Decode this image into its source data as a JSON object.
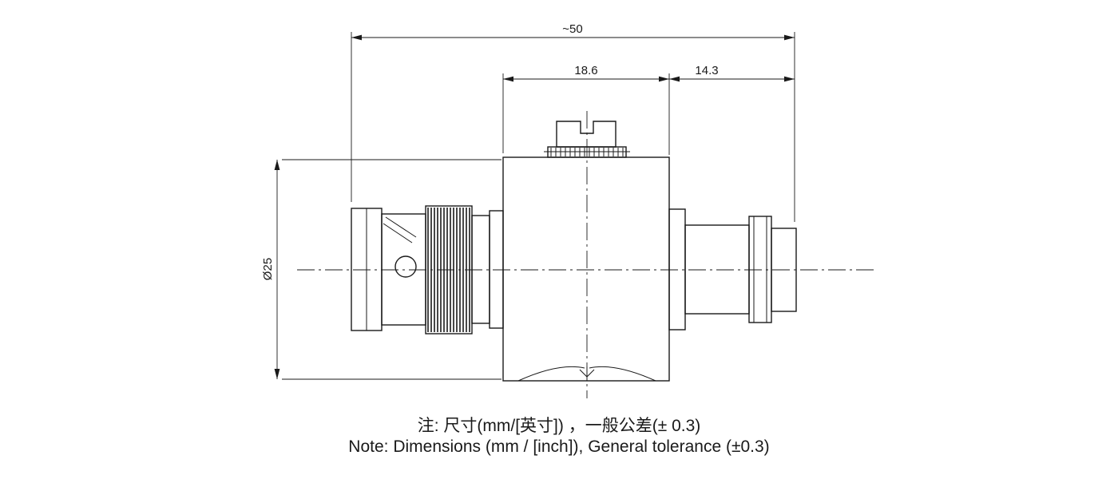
{
  "drawing": {
    "title": "coaxial-surge-protector-dimension-drawing",
    "dimensions": {
      "overall_length": "~50",
      "body_length": "18.6",
      "right_length": "14.3",
      "diameter": "Ø25"
    },
    "notes": {
      "line1_zh": "注: 尺寸(mm/[英寸]) ，一般公差(± 0.3)",
      "line2_en": "Note: Dimensions (mm / [inch]), General tolerance (±0.3)"
    },
    "colors": {
      "line": "#1a1a1a",
      "background": "#ffffff"
    }
  }
}
